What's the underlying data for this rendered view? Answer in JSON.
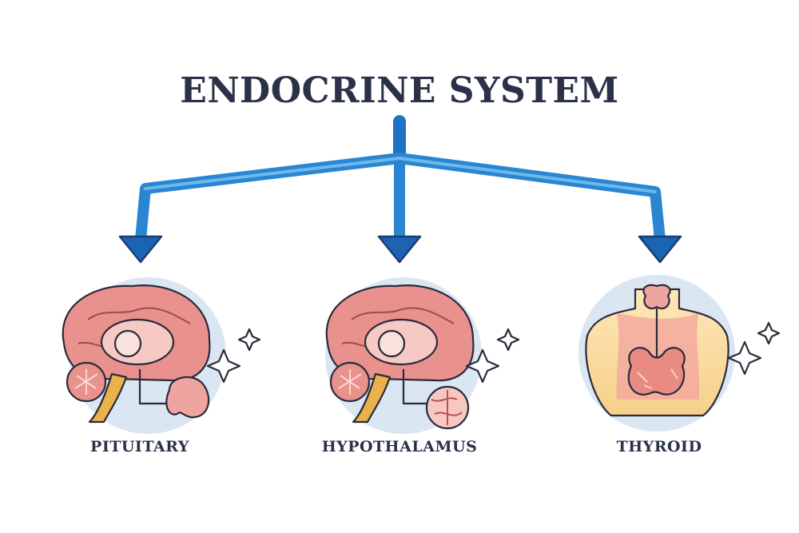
{
  "title": "ENDOCRINE SYSTEM",
  "glands": [
    {
      "label": "PITUITARY"
    },
    {
      "label": "HYPOTHALAMUS"
    },
    {
      "label": "THYROID"
    }
  ],
  "colors": {
    "title": "#2a3148",
    "arrow": "#2f8fd6",
    "arrow_dark": "#1b64b3",
    "circle": "#dbe6f3",
    "brain": "#e8918d",
    "brain_light": "#f2b3ae",
    "stem": "#e9b24a",
    "skin": "#fbe3b6",
    "gland": "#e98a83"
  }
}
